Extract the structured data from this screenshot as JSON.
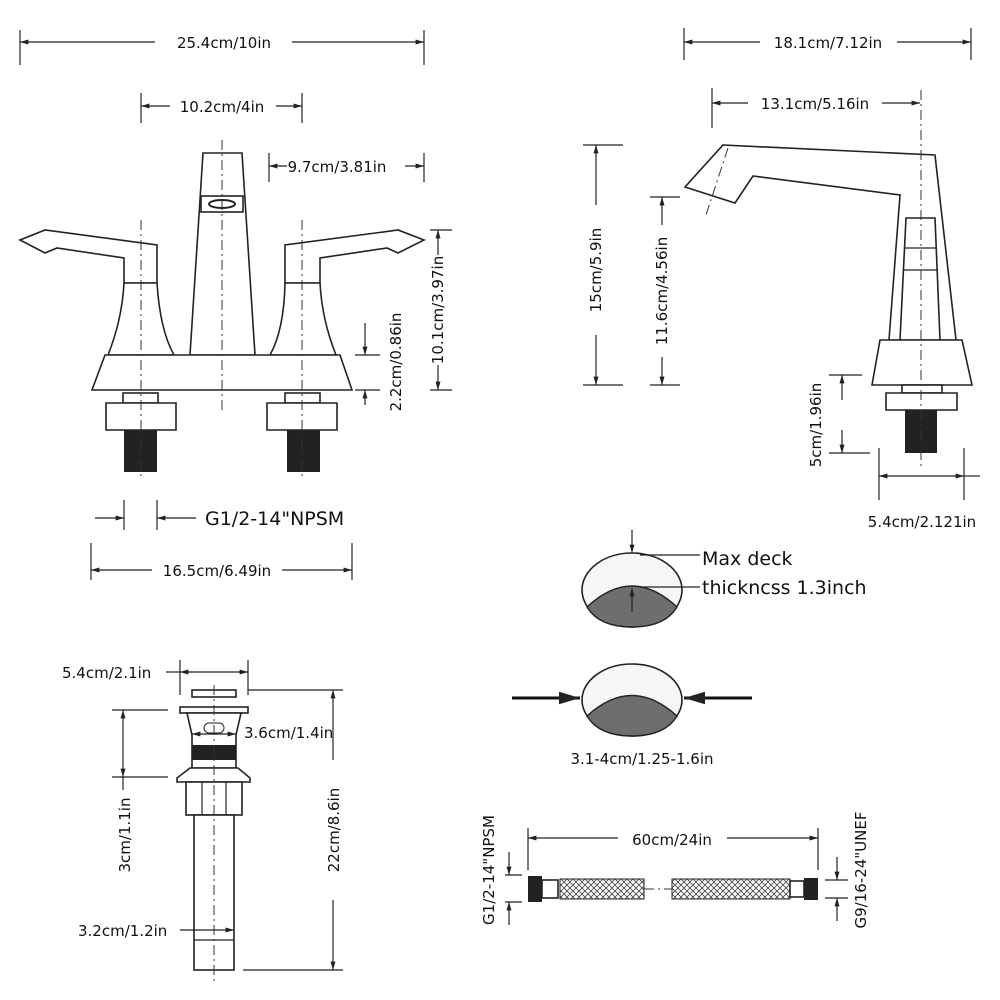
{
  "front_view": {
    "overall_width": "25.4cm/10in",
    "center_spacing": "10.2cm/4in",
    "handle_reach": "9.7cm/3.81in",
    "base_height": "2.2cm/0.86in",
    "total_height": "10.1cm/3.97in",
    "thread_spec": "G1/2-14\"NPSM",
    "base_width": "16.5cm/6.49in"
  },
  "side_view": {
    "overall_depth": "18.1cm/7.12in",
    "spout_reach": "13.1cm/5.16in",
    "spout_height": "15cm/5.9in",
    "spout_clearance": "11.6cm/4.56in",
    "shank_length": "5cm/1.96in",
    "base_depth": "5.4cm/2.121in"
  },
  "deck": {
    "max_deck_line1": "Max deck",
    "max_deck_line2": "thickncss 1.3inch",
    "hole_size": "3.1-4cm/1.25-1.6in"
  },
  "drain": {
    "flange_width": "5.4cm/2.1in",
    "body_width": "3.6cm/1.4in",
    "body_height": "3cm/1.1in",
    "total_length": "22cm/8.6in",
    "tail_width": "3.2cm/1.2in"
  },
  "hose": {
    "length": "60cm/24in",
    "inlet_thread": "G1/2-14\"NPSM",
    "outlet_thread": "G9/16-24\"UNEF"
  },
  "colors": {
    "line": "#222222",
    "fill_gray": "#6e6e6e"
  }
}
